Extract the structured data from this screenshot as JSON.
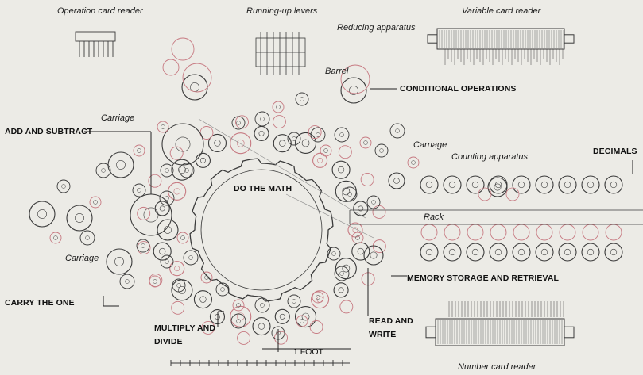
{
  "labels": {
    "operation_card_reader": "Operation card reader",
    "running_up_levers": "Running-up levers",
    "variable_card_reader": "Variable card reader",
    "reducing_apparatus": "Reducing apparatus",
    "barrel": "Barrel",
    "conditional_operations": "CONDITIONAL OPERATIONS",
    "carriage_top": "Carriage",
    "add_and_subtract": "ADD AND SUBTRACT",
    "carriage_right": "Carriage",
    "counting_apparatus": "Counting apparatus",
    "decimals": "DECIMALS",
    "do_the_math": "DO THE MATH",
    "rack": "Rack",
    "carriage_left": "Carriage",
    "memory_storage": "MEMORY STORAGE AND RETRIEVAL",
    "carry_the_one": "CARRY THE ONE",
    "read_and_write_1": "READ AND",
    "read_and_write_2": "WRITE",
    "multiply_divide_1": "MULTIPLY AND",
    "multiply_divide_2": "DIVIDE",
    "one_foot": "1 FOOT",
    "number_card_reader": "Number card reader"
  },
  "colors": {
    "paper": "#ecebe6",
    "ink": "#3a3a3a",
    "red_ink": "#c77a82"
  }
}
